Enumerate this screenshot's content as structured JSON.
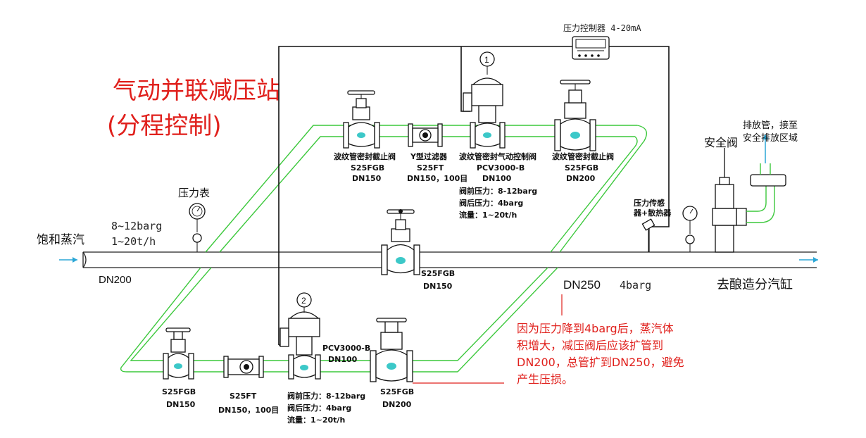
{
  "diagram": {
    "title_line1": "气动并联减压站",
    "title_line2": "(分程控制)",
    "colors": {
      "title": "#e0201c",
      "pipe": "#3cc83c",
      "flow_arrow": "#2aa6d6",
      "line": "#111111"
    },
    "inlet": {
      "label": "饱和蒸汽",
      "pressure": "8~12barg",
      "flow": "1~20t/h",
      "size": "DN200",
      "gauge_label": "压力表"
    },
    "outlet": {
      "size": "DN250",
      "pressure": "4barg",
      "label": "去酿造分汽缸",
      "sensor_label_line1": "压力传感",
      "sensor_label_line2": "器+散热器",
      "relief_label": "安全阀",
      "vent_label_line1": "排放管，接至",
      "vent_label_line2": "安全排放区域"
    },
    "controller": {
      "label": "压力控制器 4-20mA"
    },
    "bypass_valve": {
      "model": "S25FGB",
      "size": "DN150"
    },
    "upper_branch": {
      "inlet_valve": {
        "name": "波纹管密封截止阀",
        "model": "S25FGB",
        "size": "DN150"
      },
      "strainer": {
        "name": "Y型过滤器",
        "model": "S25FT",
        "size": "DN150，100目"
      },
      "control_valve": {
        "tag": "1",
        "name": "波纹管密封气动控制阀",
        "model": "PCV3000-B",
        "size": "DN100",
        "pre_pressure": "阀前压力：8-12barg",
        "post_pressure": "阀后压力：4barg",
        "flow": "流量：1~20t/h"
      },
      "outlet_valve": {
        "name": "波纹管密封截止阀",
        "model": "S25FGB",
        "size": "DN200"
      }
    },
    "lower_branch": {
      "inlet_valve": {
        "model": "S25FGB",
        "size": "DN150"
      },
      "strainer": {
        "model": "S25FT",
        "size": "DN150，100目"
      },
      "control_valve": {
        "tag": "2",
        "model": "PCV3000-B",
        "size": "DN100",
        "pre_pressure": "阀前压力：8-12barg",
        "post_pressure": "阀后压力：4barg",
        "flow": "流量：1~20t/h"
      },
      "outlet_valve": {
        "model": "S25FGB",
        "size": "DN200"
      }
    },
    "note": {
      "line1": "因为压力降到4barg后，蒸汽体",
      "line2": "积增大，减压阀后应该扩管到",
      "line3": "DN200，总管扩到DN250，避免",
      "line4": "产生压损。"
    }
  }
}
